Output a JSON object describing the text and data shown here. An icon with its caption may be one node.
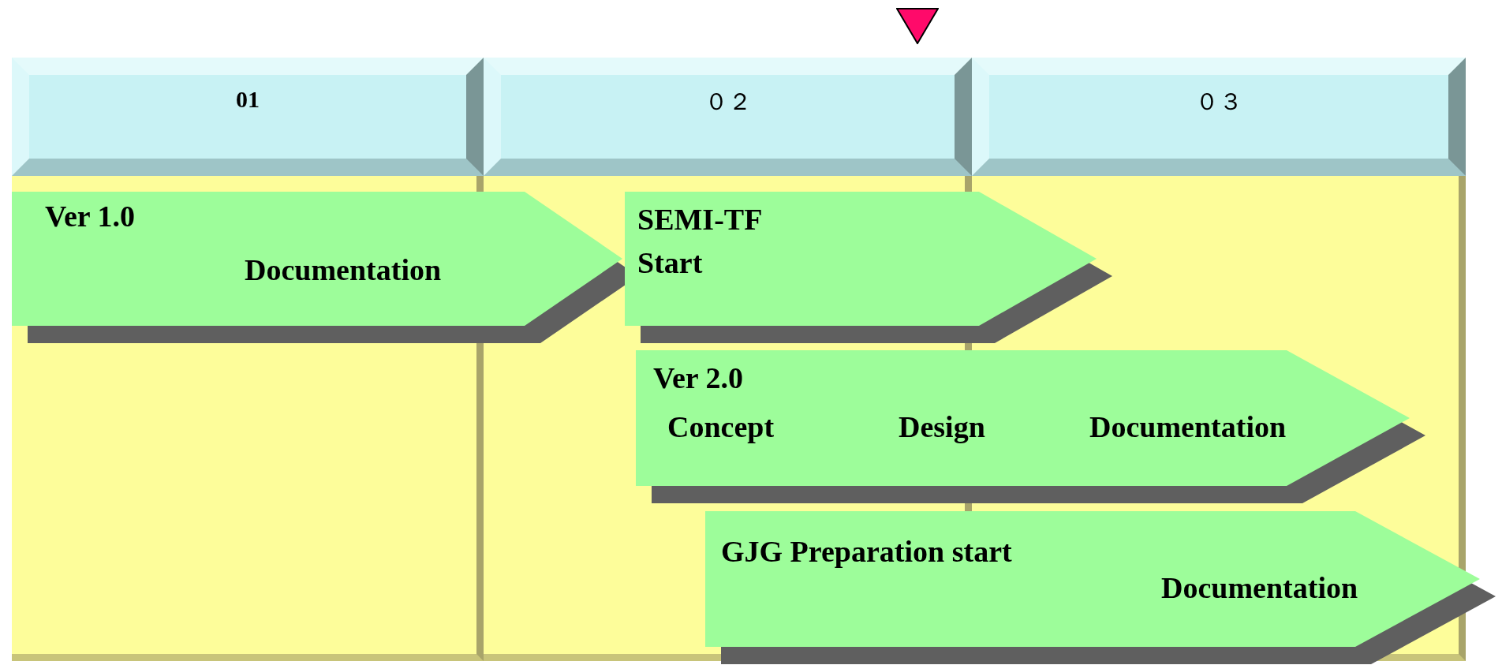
{
  "diagram": {
    "nodes": [
      {
        "text": [
          "01"
        ]
      },
      {
        "text": [
          "０２"
        ]
      },
      {
        "text": [
          "０３"
        ]
      },
      {
        "text": [
          "Ver 1.0",
          "Documentation"
        ]
      },
      {
        "text": [
          "SEMI-TF Start"
        ]
      },
      {
        "text": [
          "Ver 2.0",
          "Concept",
          "Design",
          "Documentation"
        ]
      },
      {
        "text": [
          "GJG Preparation start",
          "Documentation"
        ]
      }
    ],
    "edges": []
  }
}
